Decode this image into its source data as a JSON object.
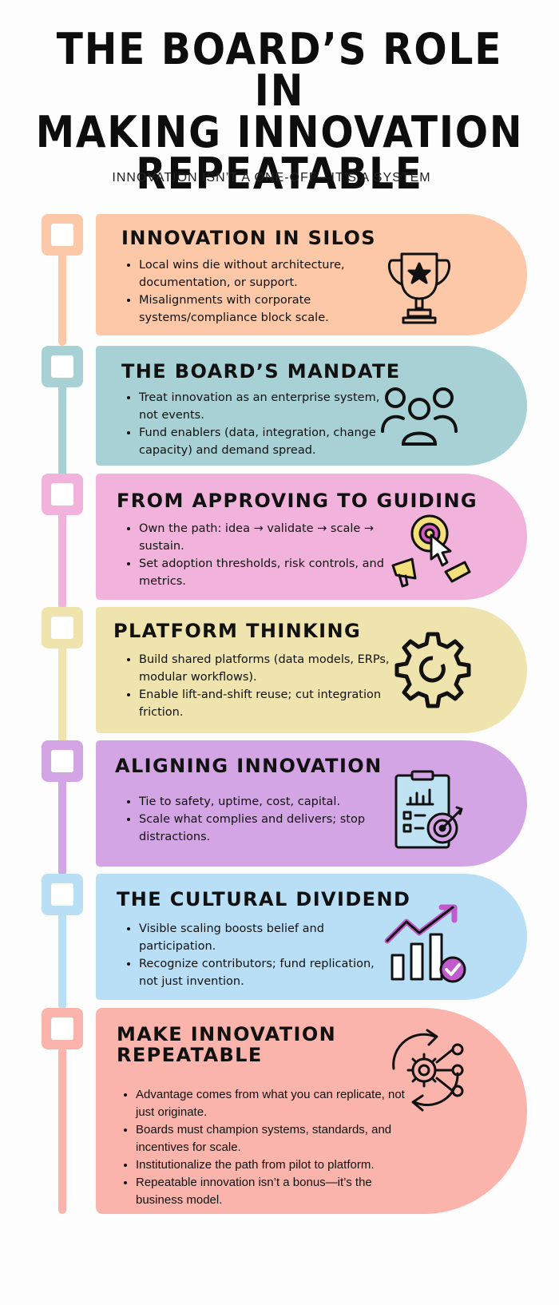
{
  "header": {
    "title_line1": "THE BOARD’S ROLE IN",
    "title_line2": "MAKING INNOVATION",
    "title_line3": "REPEATABLE",
    "subtitle": "INNOVATION ISN’T A ONE-OFF—IT’S A SYSTEM"
  },
  "colors": {
    "peach": "#fcc8a8",
    "teal": "#a7d1d4",
    "pink": "#f1b3dc",
    "yellow": "#efe4ad",
    "purple": "#d4a5e5",
    "blue": "#b9dff6",
    "salmon": "#fbb4ab"
  },
  "sections": [
    {
      "heading": "INNOVATION IN SILOS",
      "bullets": [
        "Local wins die without architecture, documentation, or support.",
        "Misalignments with corporate systems/compliance block scale."
      ],
      "icon": "trophy-icon"
    },
    {
      "heading": "THE BOARD’S MANDATE",
      "bullets": [
        "Treat innovation as an enterprise system, not events.",
        "Fund enablers (data, integration, change capacity) and demand spread."
      ],
      "icon": "people-icon"
    },
    {
      "heading": "FROM APPROVING TO GUIDING",
      "bullets": [
        "Own the path: idea → validate → scale → sustain.",
        "Set adoption thresholds, risk controls, and metrics."
      ],
      "icon": "target-click-megaphone-icon"
    },
    {
      "heading": "PLATFORM THINKING",
      "bullets": [
        "Build shared platforms (data models, ERPs, modular workflows).",
        "Enable lift-and-shift reuse; cut integration friction."
      ],
      "icon": "gear-icon"
    },
    {
      "heading": "ALIGNING INNOVATION",
      "bullets": [
        "Tie to safety, uptime, cost, capital.",
        "Scale what complies and delivers; stop distractions."
      ],
      "icon": "clipboard-target-icon"
    },
    {
      "heading": "THE CULTURAL DIVIDEND",
      "bullets": [
        "Visible scaling boosts belief and participation.",
        "Recognize contributors; fund replication, not just invention."
      ],
      "icon": "growth-chart-icon"
    },
    {
      "heading_line1": "MAKE INNOVATION",
      "heading_line2": "REPEATABLE",
      "bullets": [
        "Advantage comes from what you can replicate, not just originate.",
        "Boards must champion systems, standards, and incentives for scale.",
        "Institutionalize the path from pilot to platform.",
        "Repeatable innovation isn’t a bonus—it’s the business model."
      ],
      "icon": "cycle-gear-network-icon"
    }
  ]
}
